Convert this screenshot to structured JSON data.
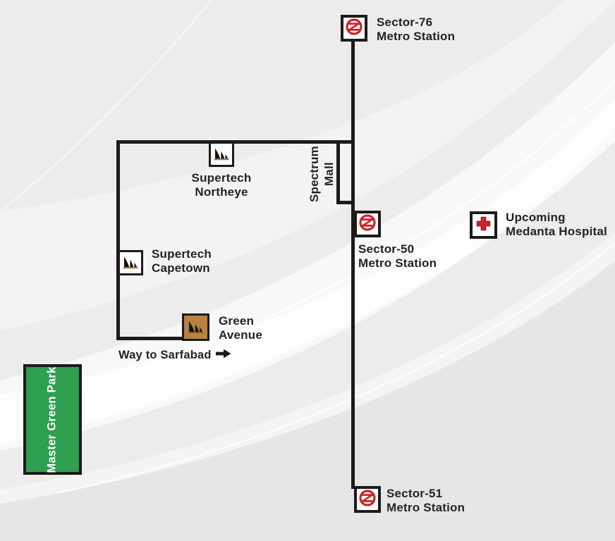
{
  "map": {
    "stations": [
      {
        "name": "Sector-76 Metro Station",
        "line1": "Sector-76",
        "line2": "Metro Station"
      },
      {
        "name": "Sector-50 Metro Station",
        "line1": "Sector-50",
        "line2": "Metro Station"
      },
      {
        "name": "Sector-51 Metro Station",
        "line1": "Sector-51",
        "line2": "Metro Station"
      }
    ],
    "buildings": [
      {
        "name": "Supertech Northeye",
        "line1": "Supertech",
        "line2": "Northeye"
      },
      {
        "name": "Supertech Capetown",
        "line1": "Supertech",
        "line2": "Capetown"
      },
      {
        "name": "Green Avenue",
        "line1": "Green",
        "line2": "Avenue"
      }
    ],
    "mall": {
      "line1": "Spectrum",
      "line2": "Mall"
    },
    "hospital": {
      "line1": "Upcoming",
      "line2": "Medanta Hospital"
    },
    "park": {
      "label": "Master Green Park"
    },
    "direction": {
      "label": "Way to Sarfabad"
    }
  },
  "icons": {
    "metro": "delhi-metro-logo",
    "building": "tower-fins",
    "hospital": "red-cross",
    "direction_arrow": "right-arrow"
  },
  "colors": {
    "background": "#ececec",
    "road": "#1d1a1b",
    "metro_red": "#d0232b",
    "hospital_red": "#d0232b",
    "park_green": "#2e9e4f",
    "avenue_tan": "#b9823f",
    "text": "#262227"
  }
}
